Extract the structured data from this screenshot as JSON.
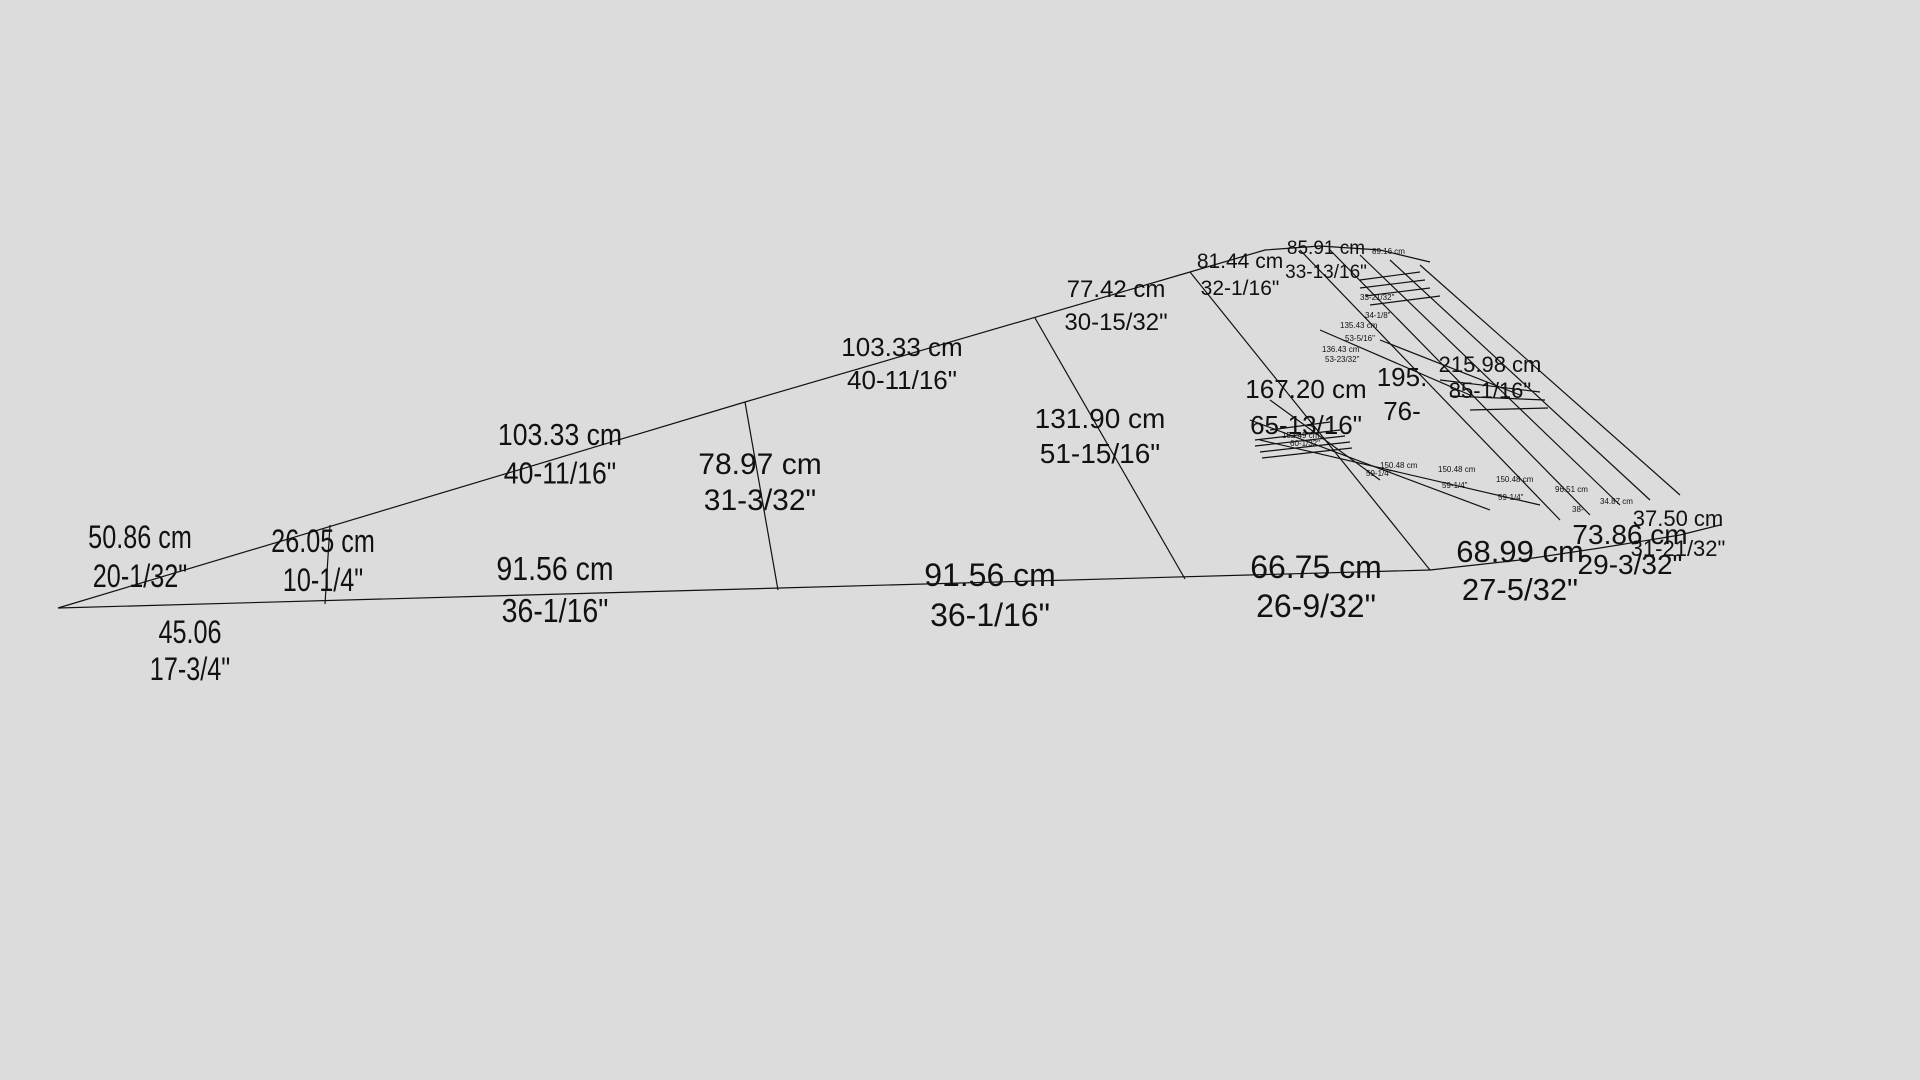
{
  "background": "#dcdcdc",
  "ink": "#111111",
  "labels": {
    "l1": {
      "cm": "50.86 cm",
      "in": "20-1/32\""
    },
    "l2": {
      "cm": "26.05 cm",
      "in": "10-1/4\""
    },
    "l3": {
      "cm": "45.06",
      "in": "17-3/4\""
    },
    "l4": {
      "cm": "103.33 cm",
      "in": "40-11/16\""
    },
    "l5": {
      "cm": "91.56 cm",
      "in": "36-1/16\""
    },
    "l6": {
      "cm": "78.97 cm",
      "in": "31-3/32\""
    },
    "l7": {
      "cm": "103.33 cm",
      "in": "40-11/16\""
    },
    "l8": {
      "cm": "91.56 cm",
      "in": "36-1/16\""
    },
    "l9": {
      "cm": "77.42 cm",
      "in": "30-15/32\""
    },
    "l10": {
      "cm": "131.90 cm",
      "in": "51-15/16\""
    },
    "l11": {
      "cm": "81.44 cm",
      "in": "32-1/16\""
    },
    "l12": {
      "cm": "66.75 cm",
      "in": "26-9/32\""
    },
    "l13": {
      "cm": "68.99 cm",
      "in": "27-5/32\""
    },
    "l14": {
      "cm": "167.20 cm",
      "in": "65-13/16\""
    },
    "l15": {
      "cm": "195.",
      "in": "76-"
    },
    "l16": {
      "cm": "85.91 cm",
      "in": "33-13/16\""
    },
    "l17": {
      "cm": "73.86 cm",
      "in": "29-3/32\""
    },
    "l18": {
      "cm": "37.50 cm",
      "in": "31-21/32\""
    },
    "l19": {
      "cm": "215.98 cm",
      "in": "85-1/16\""
    }
  },
  "dense_labels": [
    "89.16 cm",
    "34-1/8\"",
    "33-21/32\"",
    "135.43 cm",
    "53-5/16\"",
    "136.43 cm",
    "53-23/32\"",
    "150.48 cm",
    "59-1/4\"",
    "150.48 cm",
    "59-1/4\"",
    "150.48 cm",
    "59-1/4\"",
    "96.51 cm",
    "38-",
    "34.87 cm",
    "152.49 cm",
    "60-1/32\""
  ]
}
